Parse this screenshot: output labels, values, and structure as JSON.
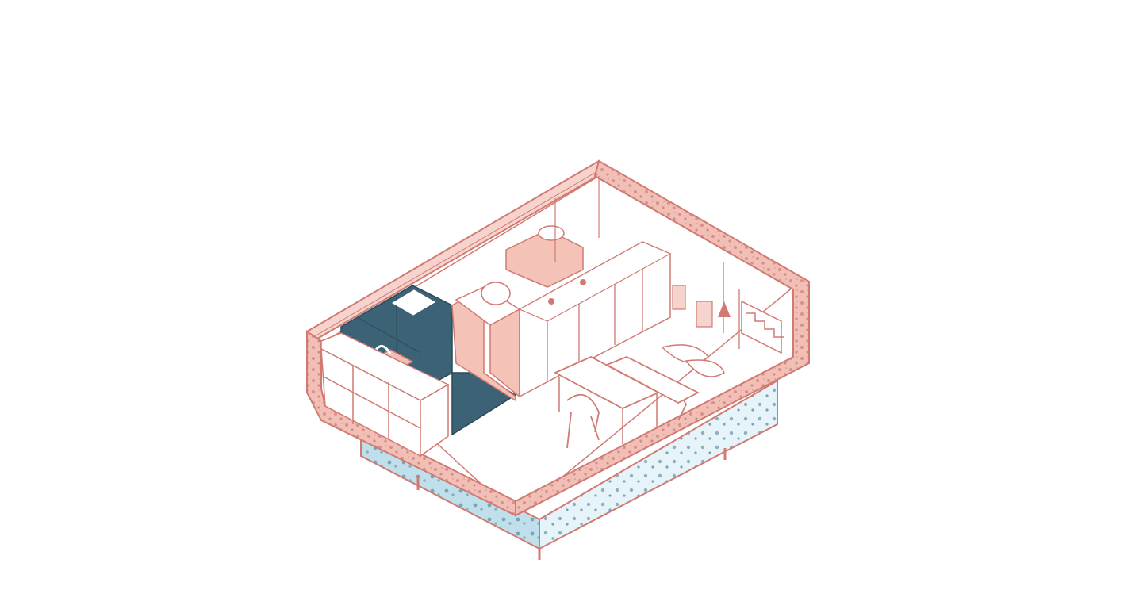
{
  "illustration": {
    "kind": "isometric cutaway of a tiny house interior",
    "colors": {
      "wall": "#f2bfb6",
      "wall_stroke": "#d07a72",
      "wall_texture": "#cf8d86",
      "kitchen_blue": "#3b6275",
      "base": "#e6f4fa",
      "base_texture": "#8db0c0",
      "floor": "#ffffff",
      "bathroom_cabinet": "#f4c2b6"
    },
    "zones": [
      "kitchen",
      "bathroom",
      "wardrobe",
      "dining",
      "lounge",
      "stairs"
    ]
  }
}
